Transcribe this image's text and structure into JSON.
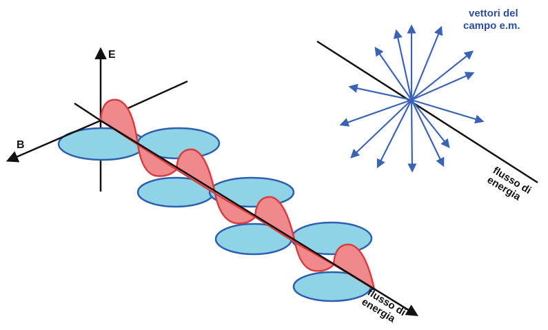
{
  "labels": {
    "e_axis": "E",
    "b_axis": "B",
    "flow_left_line1": "flusso di",
    "flow_left_line2": "energia",
    "flow_right_line1": "flusso di",
    "flow_right_line2": "energia",
    "vectors_line1": "vettori del",
    "vectors_line2": "campo e.m."
  },
  "colors": {
    "axis": "#111111",
    "electric_fill": "#f0898c",
    "electric_stroke": "#d93c3c",
    "magnetic_fill": "#8fd3e6",
    "magnetic_stroke": "#2d5fb0",
    "vectors": "#3a63b8",
    "vectors_label": "#2c4e9c"
  },
  "wave": {
    "cycles_shown": 4,
    "electric_field": "E",
    "magnetic_field": "B"
  },
  "field_vectors": {
    "count": 14,
    "icon": "arrow-starburst"
  }
}
